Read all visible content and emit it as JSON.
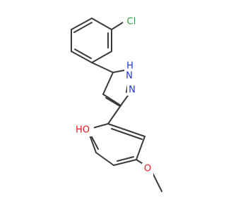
{
  "colors": {
    "background": "#ffffff",
    "bond": "#3a3a3a",
    "chlorine": "#2f9a3a",
    "nitrogen": "#1f35d8",
    "oxygen": "#e31b1b"
  },
  "molecule": {
    "labels": {
      "chlorine": "Cl",
      "nh": "H",
      "n_ring_top": "N",
      "n_ring_bottom": "N",
      "hydroxyl": "HO",
      "methoxy_oxygen": "O"
    }
  }
}
